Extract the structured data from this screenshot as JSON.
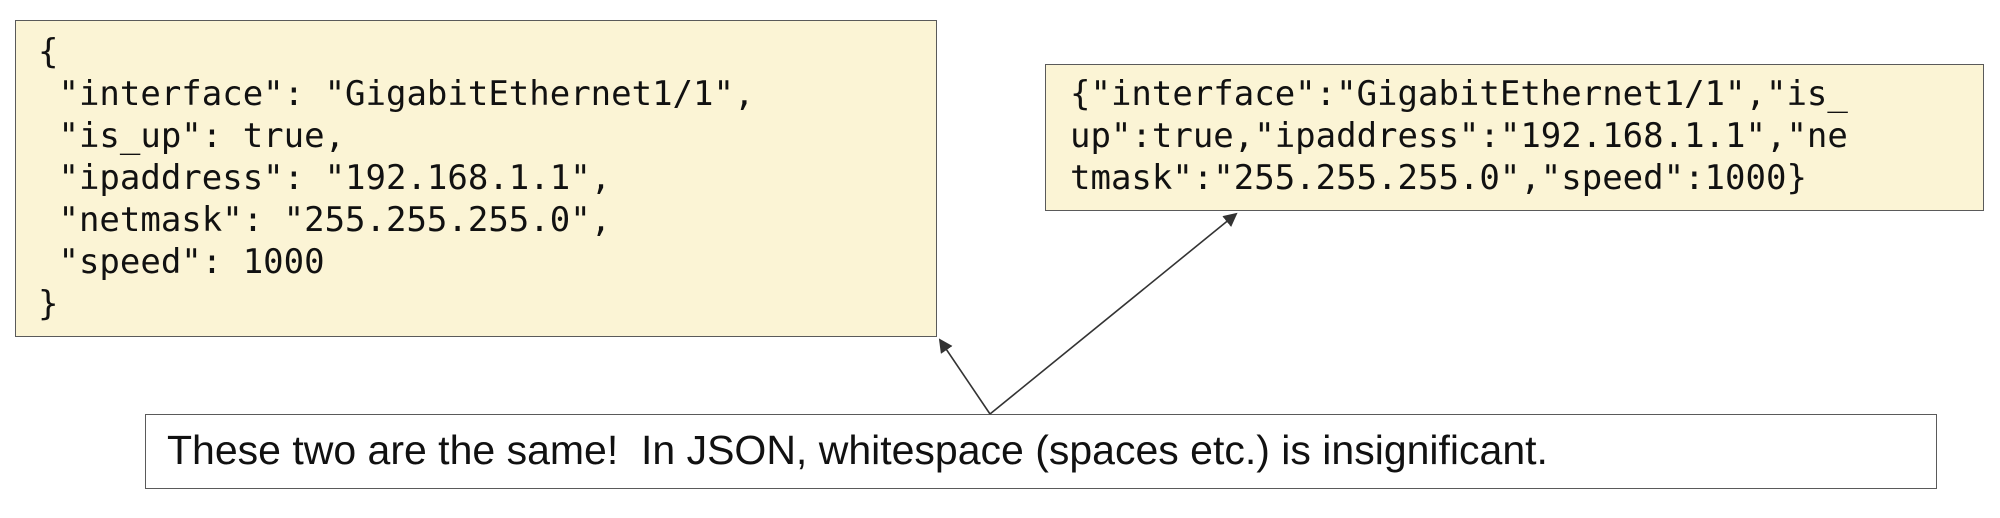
{
  "pretty_json_box": {
    "lines": [
      "{",
      " \"interface\": \"GigabitEthernet1/1\",",
      " \"is_up\": true,",
      " \"ipaddress\": \"192.168.1.1\",",
      " \"netmask\": \"255.255.255.0\",",
      " \"speed\": 1000",
      "}"
    ]
  },
  "compact_json_box": {
    "lines": [
      "{\"interface\":\"GigabitEthernet1/1\",\"is_",
      "up\":true,\"ipaddress\":\"192.168.1.1\",\"ne",
      "tmask\":\"255.255.255.0\",\"speed\":1000}"
    ]
  },
  "note": {
    "text": "These two are the same!  In JSON, whitespace (spaces etc.) is insignificant."
  },
  "colors": {
    "box_fill": "#fbf4d5",
    "border": "#5a5a5a",
    "arrow": "#333333"
  }
}
